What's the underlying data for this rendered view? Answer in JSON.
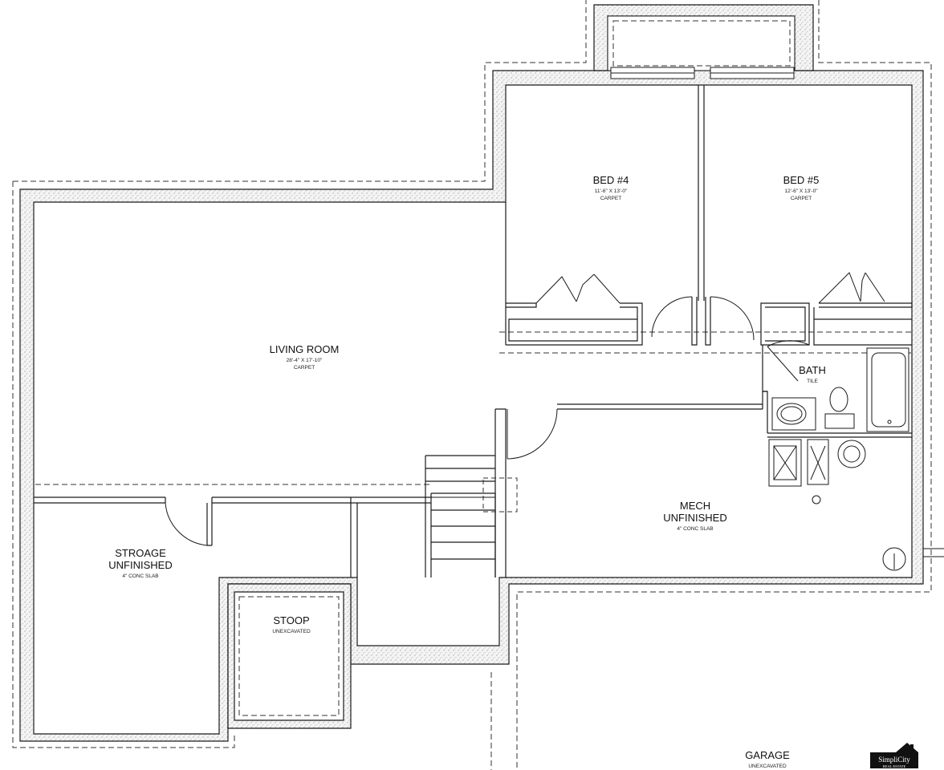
{
  "rooms": {
    "bed4": {
      "name": "BED #4",
      "size": "11'-6\" X 13'-0\"",
      "floor": "CARPET"
    },
    "bed5": {
      "name": "BED #5",
      "size": "12'-6\" X 13'-0\"",
      "floor": "CARPET"
    },
    "living": {
      "name": "LIVING ROOM",
      "size": "28'-4\" X 17'-10\"",
      "floor": "CARPET"
    },
    "bath": {
      "name": "BATH",
      "floor": "TILE"
    },
    "mech": {
      "name1": "MECH",
      "name2": "UNFINISHED",
      "floor": "4\" CONC SLAB"
    },
    "storage": {
      "name1": "STROAGE",
      "name2": "UNFINISHED",
      "floor": "4\" CONC SLAB"
    },
    "stoop": {
      "name": "STOOP",
      "note": "UNEXCAVATED"
    },
    "garage": {
      "name": "GARAGE",
      "note": "UNEXCAVATED"
    }
  },
  "logo": {
    "line1": "SimpliCity",
    "line2": "REAL ESTATE"
  },
  "colors": {
    "line": "#1a1a1a",
    "wall_fill": "#f2f2f2",
    "stipple": "#8a8a8a",
    "logo_bg": "#111111"
  }
}
